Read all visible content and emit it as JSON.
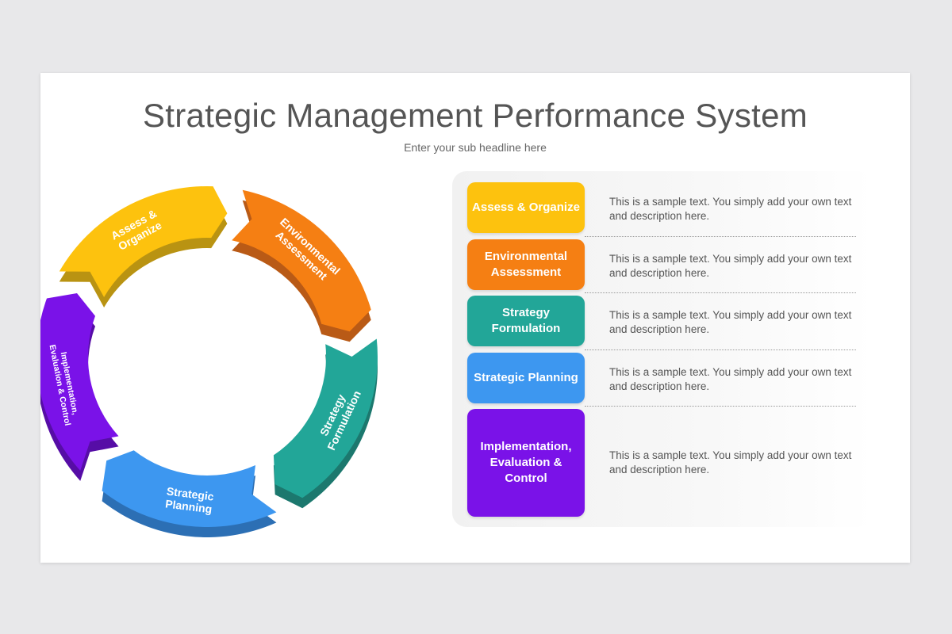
{
  "title": "Strategic Management Performance System",
  "subtitle": "Enter your sub headline here",
  "cycle": [
    {
      "lines": [
        "Assess &",
        "Organize"
      ],
      "color": "#fdc20e",
      "side": "#b99312"
    },
    {
      "lines": [
        "Environmental",
        "Assessment"
      ],
      "color": "#f57f13",
      "side": "#b95a16"
    },
    {
      "lines": [
        "Strategy",
        "Formulation"
      ],
      "color": "#22a698",
      "side": "#1c786e"
    },
    {
      "lines": [
        "Strategic",
        "Planning"
      ],
      "color": "#3d97f0",
      "side": "#2c6fb4"
    },
    {
      "lines": [
        "Implementation,",
        "Evaluation & Control"
      ],
      "color": "#7a12e8",
      "side": "#560da6"
    }
  ],
  "items": [
    {
      "label": "Assess & Organize",
      "color": "#fdc20e",
      "text": "This is a sample text. You simply add your own text and description here."
    },
    {
      "label": "Environmental Assessment",
      "color": "#f57f13",
      "text": "This is a sample text. You simply add your own text and description here."
    },
    {
      "label": "Strategy Formulation",
      "color": "#22a698",
      "text": "This is a sample text. You simply add your own text and description here."
    },
    {
      "label": "Strategic Planning",
      "color": "#3d97f0",
      "text": "This is a sample text. You simply add your own text and description here."
    },
    {
      "label": "Implementation, Evaluation & Control",
      "color": "#7a12e8",
      "text": "This is a sample text. You simply add your own text and description here."
    }
  ]
}
